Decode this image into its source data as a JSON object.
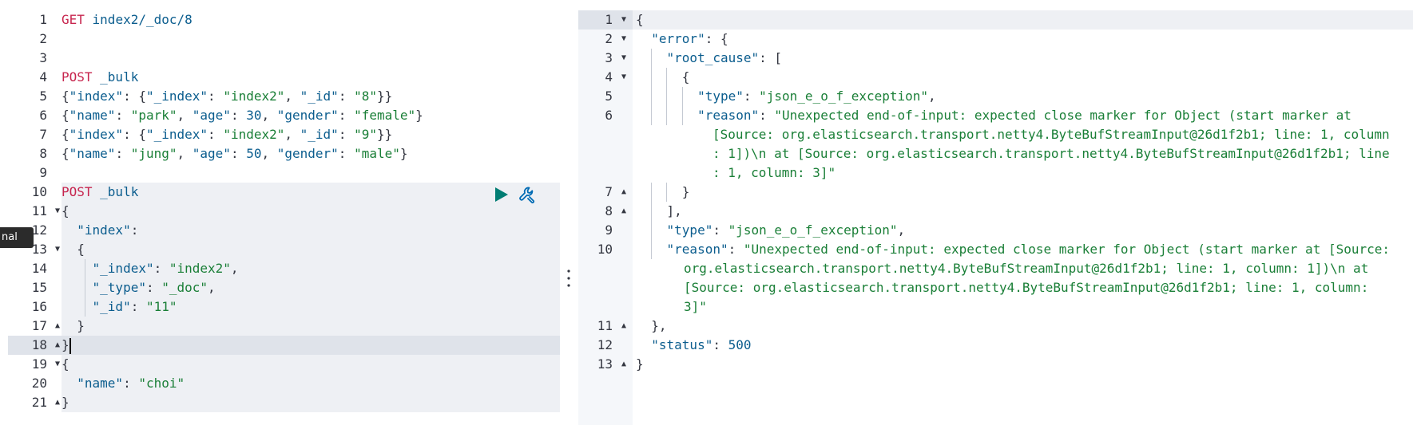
{
  "tooltip": {
    "text": "nal"
  },
  "request": {
    "line_numbers": [
      "1",
      "2",
      "3",
      "4",
      "5",
      "6",
      "7",
      "8",
      "9",
      "10",
      "11",
      "12",
      "13",
      "14",
      "15",
      "16",
      "17",
      "18",
      "19",
      "20",
      "21"
    ],
    "l1": {
      "method": "GET",
      "url": " index2/_doc/8"
    },
    "l4": {
      "method": "POST",
      "url": " _bulk"
    },
    "l5": {
      "p1": "{",
      "k1": "\"index\"",
      "p2": ": {",
      "k2": "\"_index\"",
      "p3": ": ",
      "s1": "\"index2\"",
      "p4": ", ",
      "k3": "\"_id\"",
      "p5": ": ",
      "s2": "\"8\"",
      "p6": "}}"
    },
    "l6": {
      "p1": "{",
      "k1": "\"name\"",
      "p2": ": ",
      "s1": "\"park\"",
      "p3": ", ",
      "k2": "\"age\"",
      "p4": ": ",
      "n1": "30",
      "p5": ", ",
      "k3": "\"gender\"",
      "p6": ": ",
      "s2": "\"female\"",
      "p7": "}"
    },
    "l7": {
      "p1": "{",
      "k1": "\"index\"",
      "p2": ": {",
      "k2": "\"_index\"",
      "p3": ": ",
      "s1": "\"index2\"",
      "p4": ", ",
      "k3": "\"_id\"",
      "p5": ": ",
      "s2": "\"9\"",
      "p6": "}}"
    },
    "l8": {
      "p1": "{",
      "k1": "\"name\"",
      "p2": ": ",
      "s1": "\"jung\"",
      "p3": ", ",
      "k2": "\"age\"",
      "p4": ": ",
      "n1": "50",
      "p5": ", ",
      "k3": "\"gender\"",
      "p6": ": ",
      "s2": "\"male\"",
      "p7": "}"
    },
    "l10": {
      "method": "POST",
      "url": " _bulk"
    },
    "l11": "{",
    "l12": {
      "k": "\"index\"",
      "p": ":"
    },
    "l13": "{",
    "l14": {
      "k": "\"_index\"",
      "p": ": ",
      "s": "\"index2\"",
      "c": ","
    },
    "l15": {
      "k": "\"_type\"",
      "p": ": ",
      "s": "\"_doc\"",
      "c": ","
    },
    "l16": {
      "k": "\"_id\"",
      "p": ": ",
      "s": "\"11\""
    },
    "l17": "}",
    "l18": "}",
    "l19": "{",
    "l20": {
      "k": "\"name\"",
      "p": ": ",
      "s": "\"choi\""
    },
    "l21": "}"
  },
  "response": {
    "line_numbers": [
      "1",
      "2",
      "3",
      "4",
      "5",
      "6",
      "7",
      "8",
      "9",
      "10",
      "11",
      "12",
      "13"
    ],
    "r1": "{",
    "r2": {
      "k": "\"error\"",
      "p": ": {"
    },
    "r3": {
      "k": "\"root_cause\"",
      "p": ": ["
    },
    "r4": "{",
    "r5": {
      "k": "\"type\"",
      "p": ": ",
      "s": "\"json_e_o_f_exception\"",
      "c": ","
    },
    "r6a": {
      "k": "\"reason\"",
      "p": ": ",
      "s": "\"Unexpected end-of-input: expected close marker for Object (start marker at"
    },
    "r6b": "[Source: org.elasticsearch.transport.netty4.ByteBufStreamInput@26d1f2b1; line: 1, column",
    "r6c": ": 1])\\n at [Source: org.elasticsearch.transport.netty4.ByteBufStreamInput@26d1f2b1; line",
    "r6d": ": 1, column: 3]\"",
    "r7": "}",
    "r8": "],",
    "r9": {
      "k": "\"type\"",
      "p": ": ",
      "s": "\"json_e_o_f_exception\"",
      "c": ","
    },
    "r10a": {
      "k": "\"reason\"",
      "p": ": ",
      "s": "\"Unexpected end-of-input: expected close marker for Object (start marker at [Source:"
    },
    "r10b": "org.elasticsearch.transport.netty4.ByteBufStreamInput@26d1f2b1; line: 1, column: 1])\\n at",
    "r10c": "[Source: org.elasticsearch.transport.netty4.ByteBufStreamInput@26d1f2b1; line: 1, column:",
    "r10d": "3]\"",
    "r11": "},",
    "r12": {
      "k": "\"status\"",
      "p": ": ",
      "n": "500"
    },
    "r13": "}"
  },
  "icons": {
    "play": "play-icon",
    "wrench": "wrench-icon",
    "fold_open": "fold-down-icon",
    "fold_close": "fold-up-icon"
  },
  "colors": {
    "method": "#c7254e",
    "key": "#0b5d8e",
    "string": "#1a7f37",
    "play": "#017d73",
    "wrench": "#006bb4"
  }
}
